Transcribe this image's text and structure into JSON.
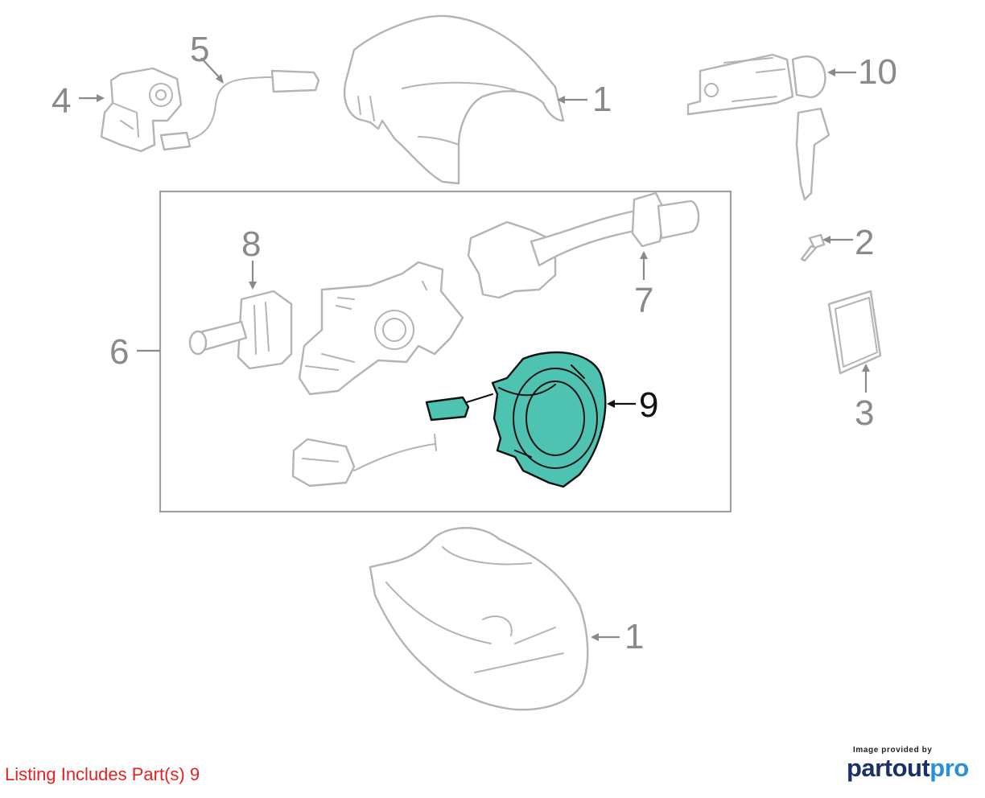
{
  "callouts": {
    "c4": "4",
    "c5": "5",
    "c1_top": "1",
    "c10": "10",
    "c8": "8",
    "c2": "2",
    "c7": "7",
    "c6": "6",
    "c9": "9",
    "c3": "3",
    "c1_bottom": "1"
  },
  "footer": {
    "listing": "Listing Includes Part(s) 9",
    "provided_by": "Image provided by",
    "brand_part": "partout",
    "brand_pro": "pro"
  },
  "colors": {
    "highlight": "#4fc3b1",
    "listing_text": "#e8201f",
    "line_gray": "#b4b4b4",
    "brand_dark": "#1b2f6b",
    "brand_light": "#2a90d8"
  },
  "highlighted_part": "9"
}
